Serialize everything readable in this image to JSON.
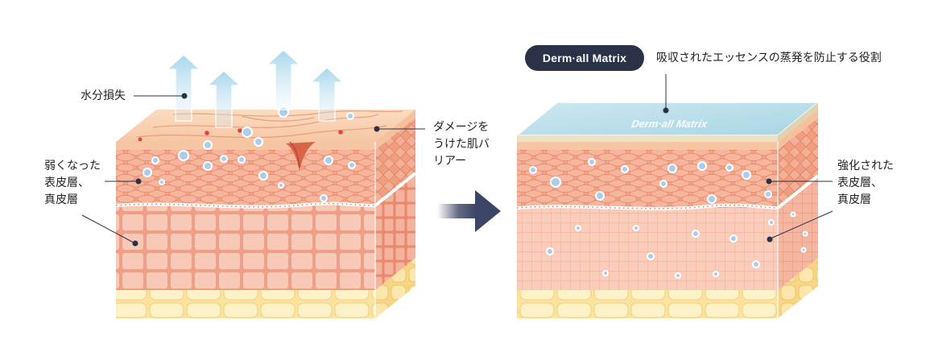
{
  "before": {
    "water_loss_label": "水分損失",
    "damaged_barrier_label": "ダメージを\nうけた肌バ\nリアー",
    "weakened_layers_label": "弱くなった\n表皮層、\n真皮層"
  },
  "after": {
    "badge_label": "Derm·all Matrix",
    "badge_description": "吸収されたエッセンスの蒸発を防止する役割",
    "film_label": "Derm·all Matrix",
    "strengthened_layers_label": "強化された\n表皮層、\n真皮層"
  },
  "colors": {
    "badge_bg": "#2b3147",
    "film": "#b9dfea",
    "epidermis": "#f2a588",
    "dermis": "#f7c2ac",
    "fat": "#fbe6a8",
    "droplet": "#a9cdeb",
    "arrow": "#3d4566"
  }
}
